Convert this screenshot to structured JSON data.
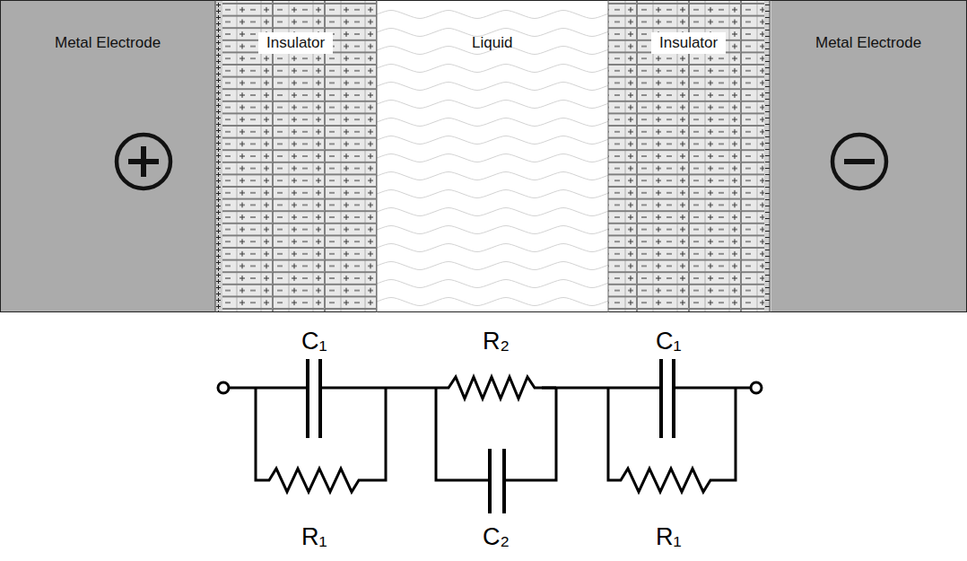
{
  "diagram": {
    "nodes": [
      {
        "text": [
          "Metal Electrode"
        ]
      },
      {
        "text": [
          "Insulator"
        ]
      },
      {
        "text": [
          "Liquid"
        ]
      },
      {
        "text": [
          "Insulator"
        ]
      },
      {
        "text": [
          "Metal Electrode"
        ]
      }
    ],
    "labels": [
      "C₁",
      "R₂",
      "C₁",
      "R₁",
      "C₂",
      "R₁"
    ]
  }
}
